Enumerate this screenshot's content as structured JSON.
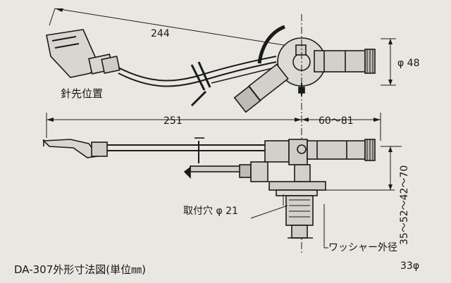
{
  "drawing": {
    "dim_overall_length": "244",
    "dim_pivot_to_stylus": "251",
    "dim_rear_overhang": "60～81",
    "dim_diameter": "φ 48",
    "dim_height": "35～52～42～70",
    "label_stylus_position": "針先位置",
    "label_mounting_hole": "取付穴 φ 21",
    "label_washer": "ワッシャー外径",
    "label_washer_value": "33φ",
    "caption": "DA-307外形寸法図(単位㎜)"
  }
}
